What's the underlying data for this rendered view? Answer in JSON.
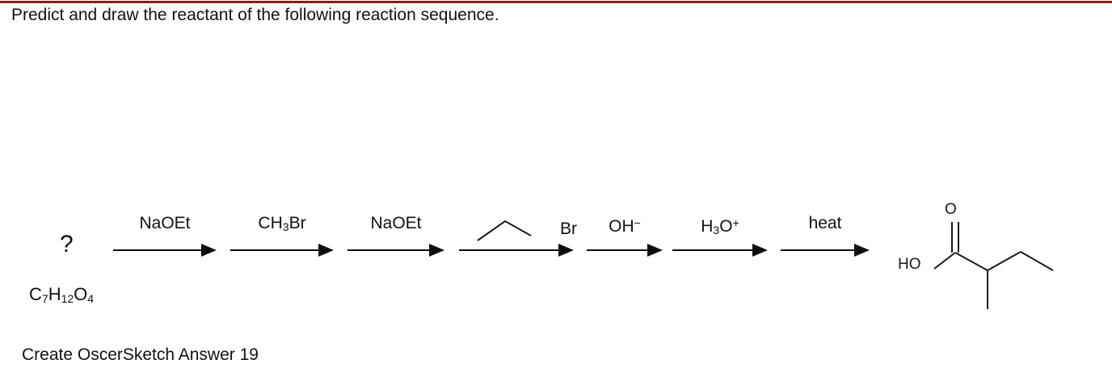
{
  "page": {
    "prompt": "Predict and draw the reactant of the following reaction sequence.",
    "footer": "Create OscerSketch Answer 19",
    "rule_color": "#8a1c12",
    "ink_color": "#111111"
  },
  "scheme": {
    "reactant": {
      "symbol": "?",
      "formula_prefix": "C",
      "formula": "C7H12O4",
      "formula_parts": [
        {
          "text": "C",
          "sub": "7"
        },
        {
          "text": "H",
          "sub": "12"
        },
        {
          "text": "O",
          "sub": "4"
        }
      ]
    },
    "steps": [
      {
        "index": 1,
        "label": "NaOEt",
        "type": "text"
      },
      {
        "index": 2,
        "label": "CH3Br",
        "type": "text"
      },
      {
        "index": 3,
        "label": "NaOEt",
        "type": "text"
      },
      {
        "index": 4,
        "label": "Br",
        "type": "structure",
        "structure_name": "1-bromopropane-skeletal"
      },
      {
        "index": 5,
        "label": "OH-",
        "type": "text"
      },
      {
        "index": 6,
        "label": "H3O+",
        "type": "text"
      },
      {
        "index": 7,
        "label": "heat",
        "type": "text"
      }
    ],
    "step_labels": {
      "naoet": "NaOEt",
      "ch3br_main": "CH",
      "ch3br_sub": "3",
      "ch3br_tail": "Br",
      "bromo_label": "Br",
      "hydroxide_main": "OH",
      "hydroxide_sup": "−",
      "hydronium_h": "H",
      "hydronium_sub": "3",
      "hydronium_o": "O",
      "hydronium_sup": "+",
      "heat": "heat"
    },
    "product": {
      "name": "2-methylbutanoic acid",
      "oxygen_label": "O",
      "hydroxyl_label": "HO"
    }
  }
}
